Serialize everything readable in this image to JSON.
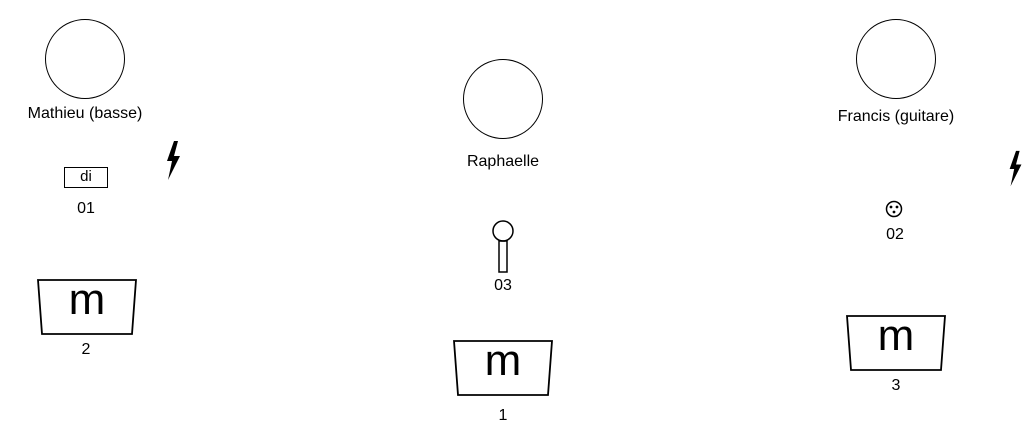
{
  "performers": [
    {
      "name": "Mathieu (basse)",
      "channel": "01",
      "input_type": "di",
      "input_label": "di",
      "monitor_letter": "m",
      "monitor_number": "2",
      "power": true
    },
    {
      "name": "Raphaelle",
      "channel": "03",
      "input_type": "microphone",
      "monitor_letter": "m",
      "monitor_number": "1",
      "power": false
    },
    {
      "name": "Francis (guitare)",
      "channel": "02",
      "input_type": "xlr",
      "monitor_letter": "m",
      "monitor_number": "3",
      "power": true
    }
  ]
}
